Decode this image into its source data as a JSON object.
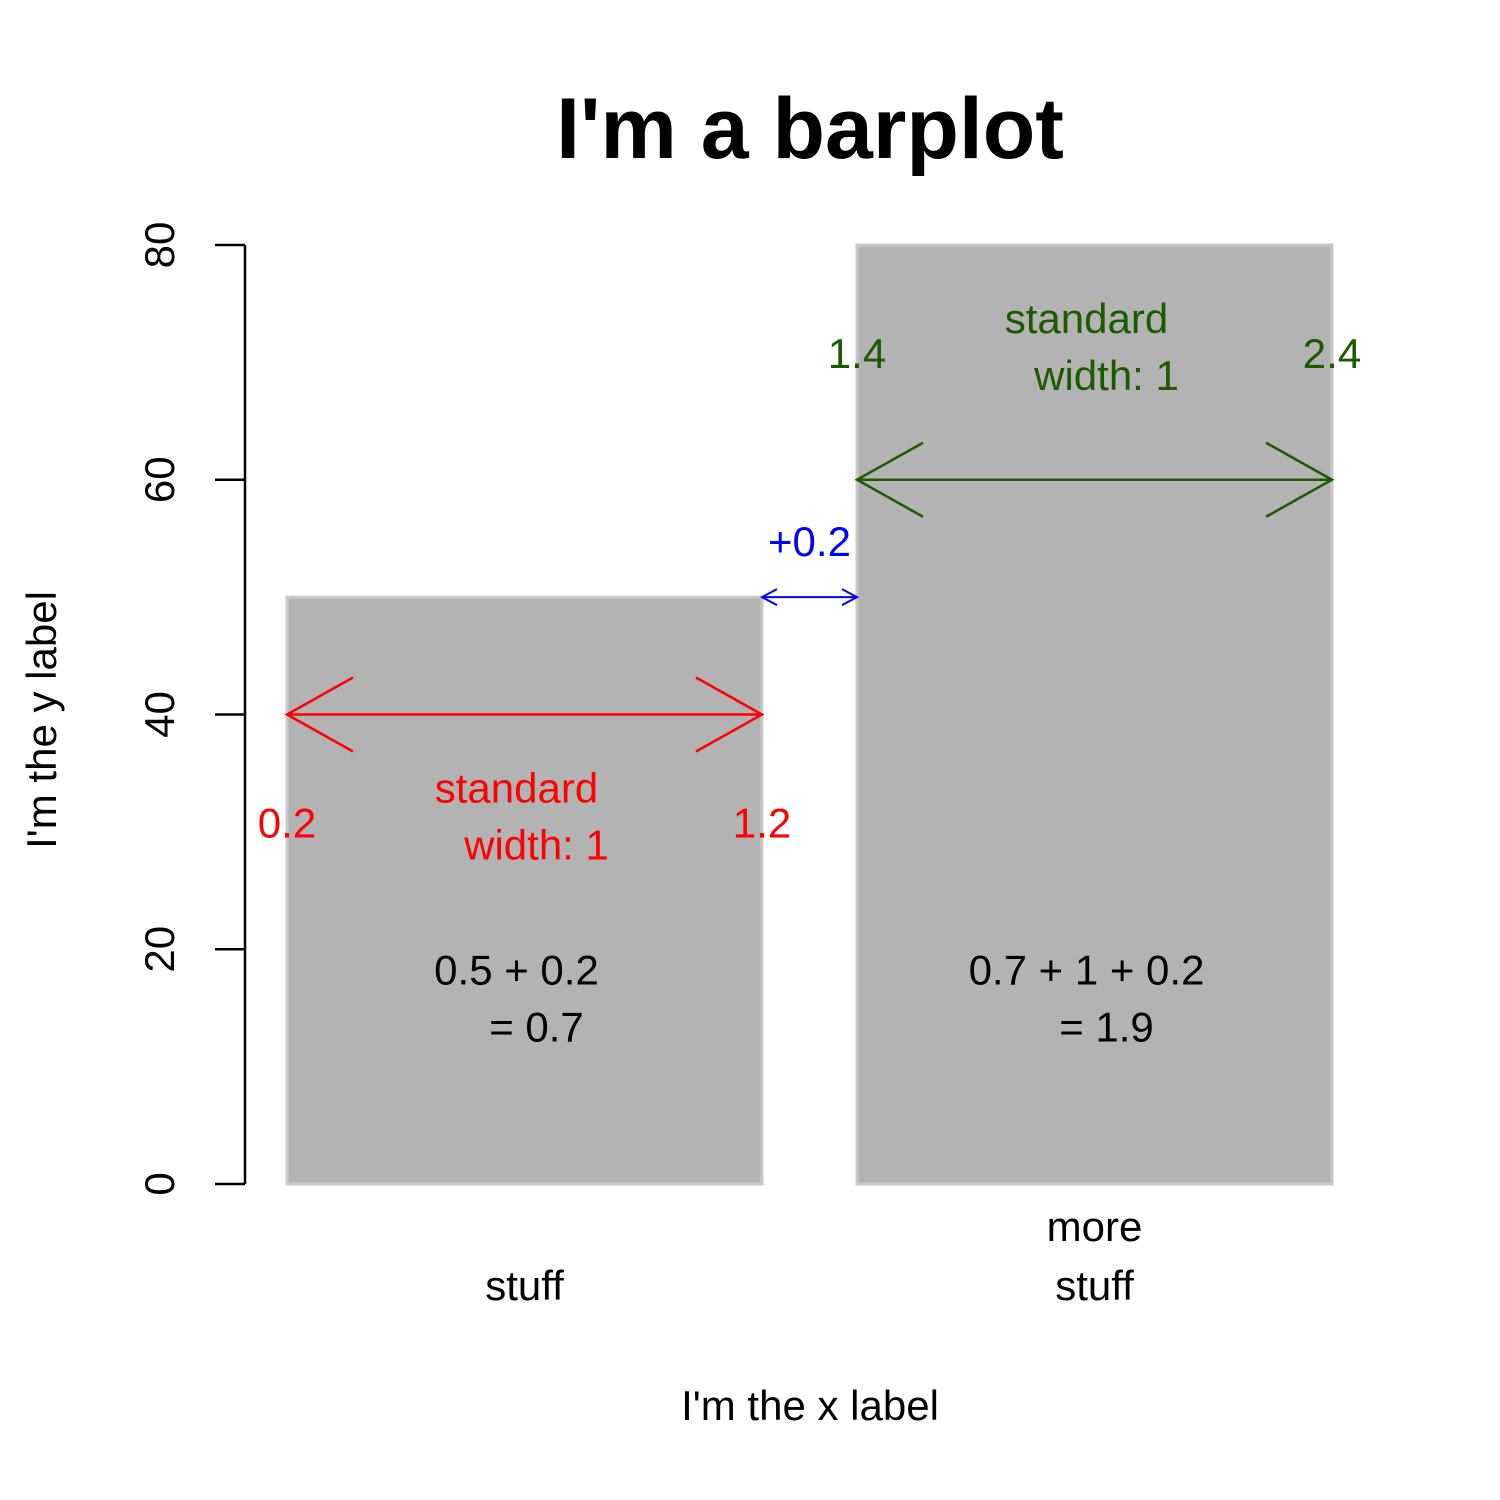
{
  "chart_data": {
    "type": "bar",
    "title": "I'm a barplot",
    "xlabel": "I'm the x label",
    "ylabel": "I'm the y label",
    "categories": [
      [
        "stuff"
      ],
      [
        "more",
        "stuff"
      ]
    ],
    "values": [
      50,
      80
    ],
    "ylim": [
      0,
      80
    ],
    "yticks": [
      "0",
      "20",
      "40",
      "60",
      "80"
    ],
    "ytick_values": [
      0,
      20,
      40,
      60,
      80
    ],
    "bar_color": "#b3b3b3",
    "bar_border_color": "#c8c8c8",
    "bar_positions": [
      [
        0.2,
        1.2
      ],
      [
        1.4,
        2.4
      ]
    ],
    "grid": false,
    "annotations": {
      "red": {
        "color": "#ff0000",
        "arrow": {
          "x0": 0.2,
          "x1": 1.2,
          "y": 40
        },
        "left_tick": {
          "text": "0.2",
          "x": 0.2,
          "y": 29.5
        },
        "right_tick": {
          "text": "1.2",
          "x": 1.2,
          "y": 29.5
        },
        "width_label": [
          "standard",
          "width: 1"
        ],
        "width_label_pos": {
          "x": 0.7,
          "y": 32.5
        }
      },
      "green": {
        "color": "#1a5b00",
        "arrow": {
          "x0": 1.4,
          "x1": 2.4,
          "y": 60
        },
        "left_tick": {
          "text": "1.4",
          "x": 1.4,
          "y": 69.5
        },
        "right_tick": {
          "text": "2.4",
          "x": 2.4,
          "y": 69.5
        },
        "width_label": [
          "standard",
          "width: 1"
        ],
        "width_label_pos": {
          "x": 1.9,
          "y": 72.5
        }
      },
      "blue": {
        "color": "#0000ff",
        "arrow": {
          "x0": 1.2,
          "x1": 1.4,
          "y": 50
        },
        "label": "+0.2",
        "label_pos": {
          "x": 1.3,
          "y": 53.5
        }
      },
      "black": {
        "color": "#000000",
        "left_formula": [
          "0.5 + 0.2",
          "= 0.7"
        ],
        "left_pos": {
          "x": 0.7,
          "y": 17
        },
        "right_formula": [
          "0.7 + 1 + 0.2",
          "= 1.9"
        ],
        "right_pos": {
          "x": 1.9,
          "y": 17
        }
      }
    }
  }
}
